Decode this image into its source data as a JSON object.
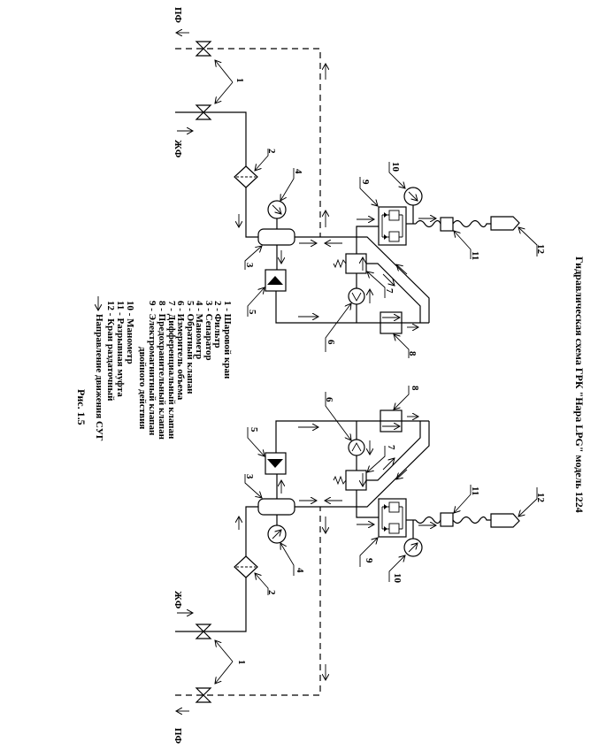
{
  "title": "Гидравлическая схема ГРК \"Нара LPG\" модель 1224",
  "figure_caption": "Рис. 1.5",
  "flow_labels": {
    "liquid": "ЖФ",
    "vapor": "ПФ"
  },
  "component_numbers": [
    "1",
    "2",
    "3",
    "4",
    "5",
    "6",
    "7",
    "8",
    "9",
    "10",
    "11",
    "12"
  ],
  "legend": [
    "1 - Шаровой кран",
    "2 - Фильтр",
    "3 - Сепаратор",
    "4 - Манометр",
    "5 - Обратный клапан",
    "6 - Измеритель объема",
    "7 - Дифференциальный клапан",
    "8 - Предохранительный клапан",
    "9 - Электромагнитный клапан",
    "двойного действия",
    "10 - Манометр",
    "11 - Разрывная муфта",
    "12 - Кран раздаточный"
  ],
  "legend_arrow_label": "Направление движения СУГ"
}
